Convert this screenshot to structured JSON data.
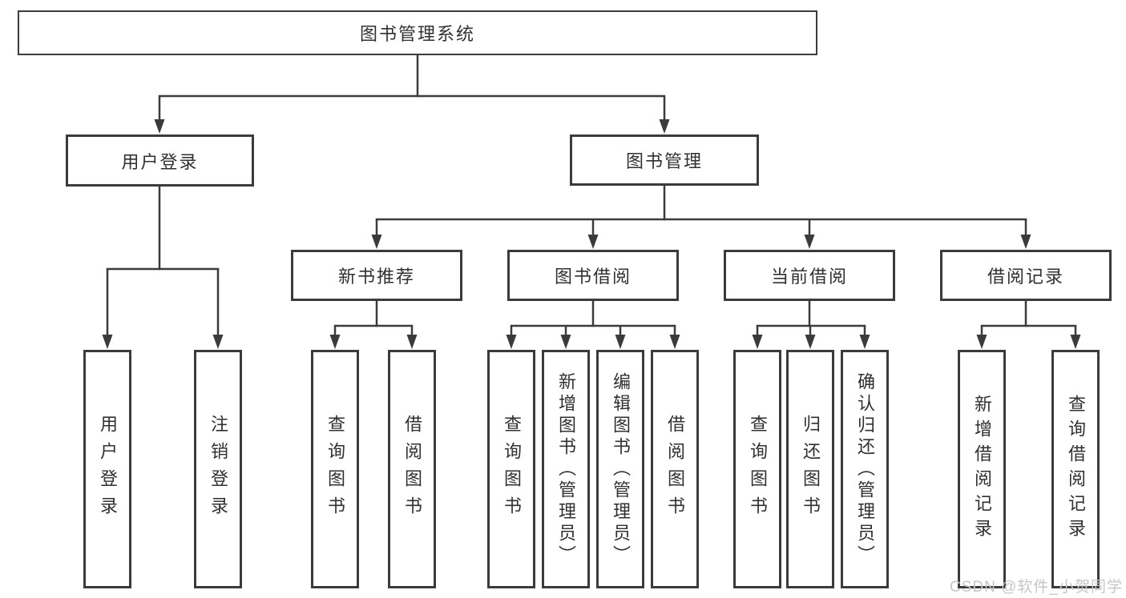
{
  "tree": {
    "root": {
      "label": "图书管理系统"
    },
    "login_branch": {
      "label": "用户登录",
      "children": [
        {
          "label": "用户登录"
        },
        {
          "label": "注销登录"
        }
      ]
    },
    "management_branch": {
      "label": "图书管理",
      "groups": [
        {
          "label": "新书推荐",
          "children": [
            {
              "label": "查询图书"
            },
            {
              "label": "借阅图书"
            }
          ]
        },
        {
          "label": "图书借阅",
          "children": [
            {
              "label": "查询图书"
            },
            {
              "label": "新增图书（管理员）"
            },
            {
              "label": "编辑图书（管理员）"
            },
            {
              "label": "借阅图书"
            }
          ]
        },
        {
          "label": "当前借阅",
          "children": [
            {
              "label": "查询图书"
            },
            {
              "label": "归还图书"
            },
            {
              "label": "确认归还（管理员）"
            }
          ]
        },
        {
          "label": "借阅记录",
          "children": [
            {
              "label": "新增借阅记录"
            },
            {
              "label": "查询借阅记录"
            }
          ]
        }
      ]
    }
  },
  "watermark": "CSDN @软件_小贺同学",
  "colors": {
    "line": "#3b3b3b",
    "text": "#303030",
    "background": "#ffffff",
    "watermark": "#c6c6c6"
  }
}
